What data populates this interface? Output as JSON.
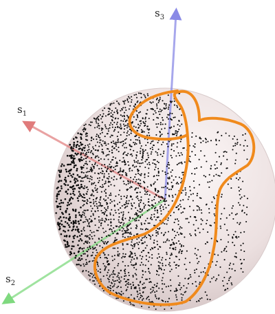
{
  "axes": [
    {
      "id": "s1",
      "base": "s",
      "sub": "1",
      "color": "#e07b7b"
    },
    {
      "id": "s2",
      "base": "s",
      "sub": "2",
      "color": "#7fd97f"
    },
    {
      "id": "s3",
      "base": "s",
      "sub": "3",
      "color": "#8a8ae6"
    }
  ],
  "colors": {
    "sphere_light": "#f7efef",
    "sphere_mid": "#e6d9d9",
    "sphere_dark": "#cdbcbc",
    "boundary": "#f08a1c",
    "points": "#0d0d0d"
  }
}
